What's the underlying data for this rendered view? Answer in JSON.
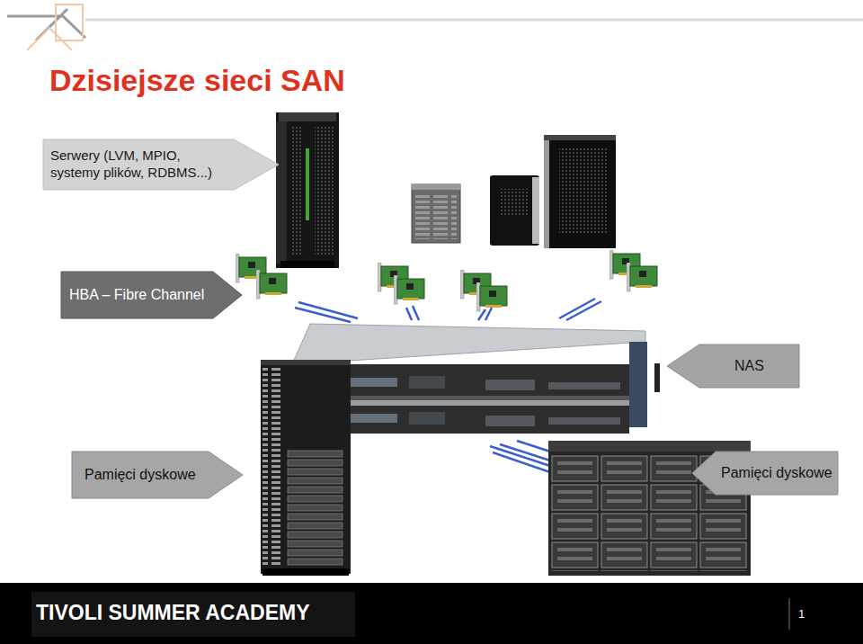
{
  "diagram": {
    "title": "Dzisiejsze sieci SAN",
    "nodes": [
      {
        "text": [
          "Serwery (LVM, MPIO, systemy plików, RDBMS...)"
        ]
      },
      {
        "text": [
          "HBA – Fibre Channel"
        ]
      },
      {
        "text": [
          "NAS"
        ]
      },
      {
        "text": [
          "Pamięci dyskowe"
        ]
      },
      {
        "text": [
          "Pamięci dyskowe"
        ]
      }
    ],
    "labels": [
      "TIVOLI SUMMER ACADEMY",
      "1"
    ]
  }
}
